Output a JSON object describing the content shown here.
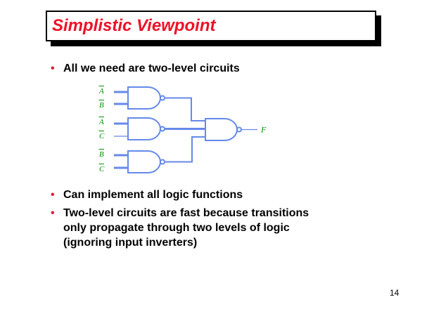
{
  "slide": {
    "title": "Simplistic Viewpoint",
    "page_number": "14",
    "bullet_char": "•",
    "bullet_1": "All we need are two-level circuits",
    "bullet_2": "Can implement all logic functions",
    "bullet_3_lines": [
      "Two-level circuits are fast because transitions",
      "only propagate through two levels of logic",
      "(ignoring input inverters)"
    ]
  },
  "circuit": {
    "description": "Two-level NAND-NAND circuit: three 2-input NAND gates feeding one output NAND gate",
    "input_labels": [
      "A",
      "B",
      "A",
      "C",
      "B",
      "C"
    ],
    "inputs_have_overbar": true,
    "output_label": "F",
    "gate_count": 4
  },
  "colors": {
    "title_red": "#ee1128",
    "bullet_red": "#e51b3f",
    "wire_blue": "#6689ea",
    "signal_green": "#009100",
    "text_black": "#000000",
    "background": "#ffffff"
  }
}
